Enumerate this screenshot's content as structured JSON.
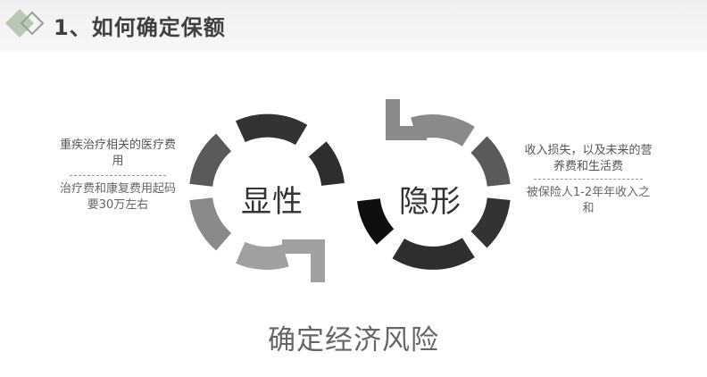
{
  "header": {
    "title": "1、如何确定保额"
  },
  "left_panel": {
    "heading": "重疾治疗相关的医疗费用",
    "description": "治疗费和康复费用起码要30万左右"
  },
  "right_panel": {
    "heading": "收入损失，以及未来的营养费和生活费",
    "description": "被保险人1-2年年收入之和"
  },
  "loop": {
    "left_label": "显性",
    "right_label": "隐形"
  },
  "footer": {
    "caption": "确定经济风险"
  },
  "colors": {
    "logo_light": "#b9c8b5",
    "logo_dark": "#8ca889",
    "segment_dark": "#333333",
    "segment_mid": "#5a5a5a",
    "segment_light": "#8a8a8a",
    "segment_lighter": "#a0a0a0"
  }
}
